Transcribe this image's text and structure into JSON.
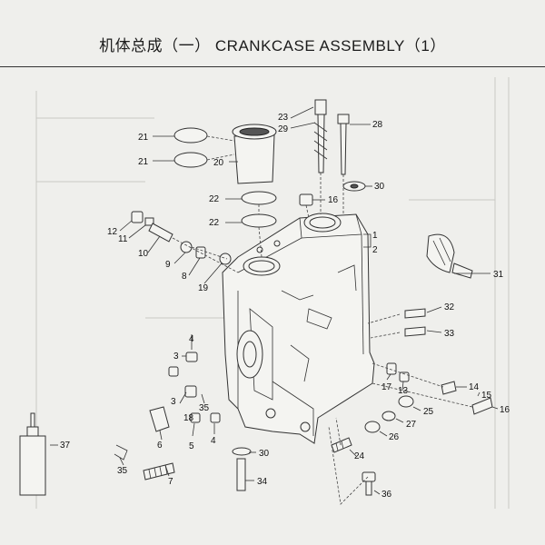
{
  "header": {
    "title": "机体总成（一） CRANKCASE ASSEMBLY（1）"
  },
  "callouts": [
    "1",
    "2",
    "3",
    "4",
    "5",
    "6",
    "7",
    "8",
    "9",
    "10",
    "11",
    "12",
    "13",
    "14",
    "15",
    "16",
    "17",
    "18",
    "19",
    "20",
    "21",
    "21",
    "22",
    "22",
    "23",
    "24",
    "25",
    "26",
    "27",
    "28",
    "29",
    "30",
    "30",
    "31",
    "32",
    "33",
    "34",
    "35",
    "35",
    "36",
    "37"
  ]
}
